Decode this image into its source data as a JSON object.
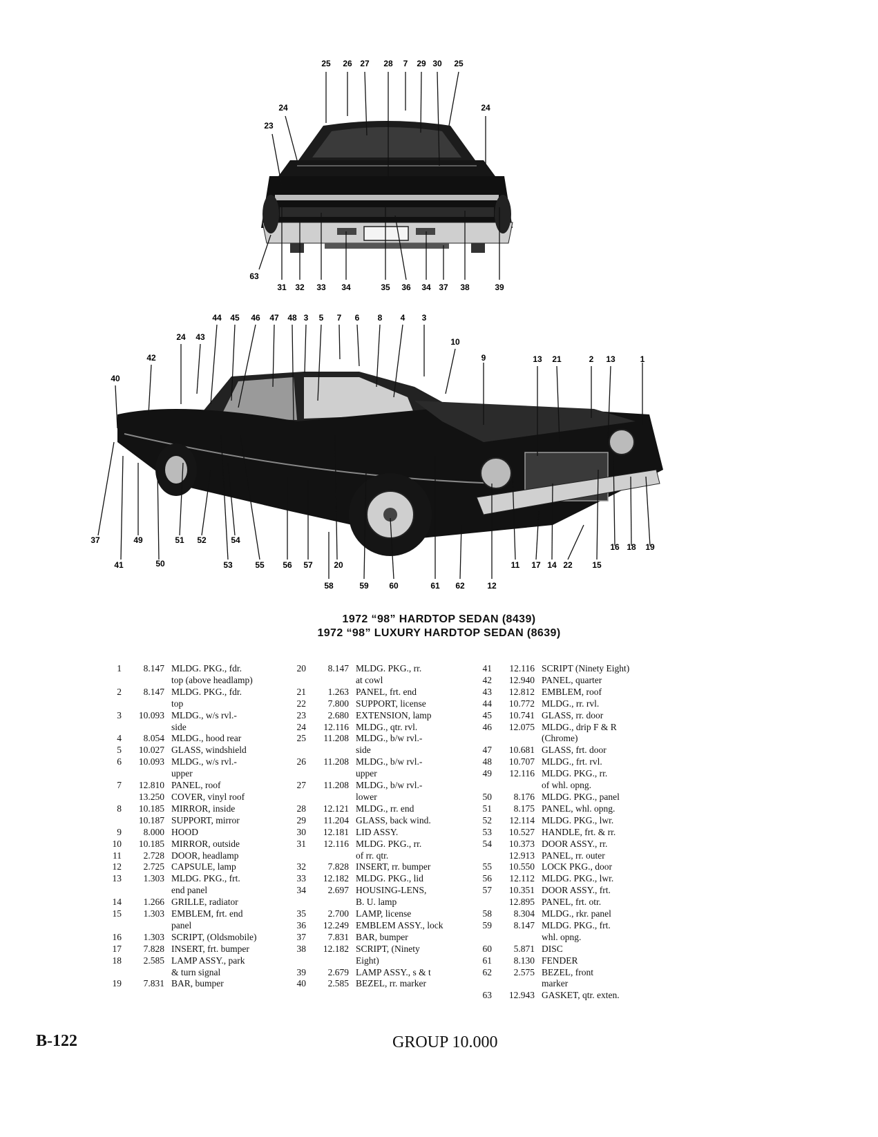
{
  "page_heading": {
    "line1": "1972 “98” HARDTOP SEDAN (8439)",
    "line2": "1972 “98” LUXURY HARDTOP SEDAN (8639)"
  },
  "rear_view_callouts": [
    "25",
    "26",
    "27",
    "28",
    "7",
    "29",
    "30",
    "25",
    "24",
    "24",
    "23",
    "63",
    "31",
    "32",
    "33",
    "34",
    "35",
    "36",
    "34",
    "37",
    "38",
    "39"
  ],
  "side_view_callouts": [
    "44",
    "45",
    "46",
    "47",
    "48",
    "3",
    "5",
    "7",
    "6",
    "8",
    "4",
    "3",
    "24",
    "43",
    "42",
    "40",
    "10",
    "9",
    "13",
    "21",
    "2",
    "13",
    "1",
    "37",
    "49",
    "51",
    "52",
    "54",
    "41",
    "50",
    "53",
    "55",
    "56",
    "57",
    "20",
    "58",
    "59",
    "60",
    "61",
    "62",
    "12",
    "11",
    "17",
    "14",
    "22",
    "15",
    "16",
    "18",
    "19"
  ],
  "parts": [
    [
      {
        "num": "1",
        "group": "8.147",
        "desc": [
          "MLDG. PKG., fdr.",
          "top (above headlamp)"
        ]
      },
      {
        "num": "2",
        "group": "8.147",
        "desc": [
          "MLDG. PKG., fdr.",
          "top"
        ]
      },
      {
        "num": "3",
        "group": "10.093",
        "desc": [
          "MLDG., w/s rvl.-",
          "side"
        ]
      },
      {
        "num": "4",
        "group": "8.054",
        "desc": [
          "MLDG., hood rear"
        ]
      },
      {
        "num": "5",
        "group": "10.027",
        "desc": [
          "GLASS, windshield"
        ]
      },
      {
        "num": "6",
        "group": "10.093",
        "desc": [
          "MLDG., w/s rvl.-",
          "upper"
        ]
      },
      {
        "num": "7",
        "group": "12.810",
        "desc": [
          "PANEL, roof"
        ]
      },
      {
        "num": "",
        "group": "13.250",
        "desc": [
          "COVER, vinyl roof"
        ]
      },
      {
        "num": "8",
        "group": "10.185",
        "desc": [
          "MIRROR, inside"
        ]
      },
      {
        "num": "",
        "group": "10.187",
        "desc": [
          "SUPPORT, mirror"
        ]
      },
      {
        "num": "9",
        "group": "8.000",
        "desc": [
          "HOOD"
        ]
      },
      {
        "num": "10",
        "group": "10.185",
        "desc": [
          "MIRROR, outside"
        ]
      },
      {
        "num": "11",
        "group": "2.728",
        "desc": [
          "DOOR, headlamp"
        ]
      },
      {
        "num": "12",
        "group": "2.725",
        "desc": [
          "CAPSULE, lamp"
        ]
      },
      {
        "num": "13",
        "group": "1.303",
        "desc": [
          "MLDG. PKG., frt.",
          "end panel"
        ]
      },
      {
        "num": "14",
        "group": "1.266",
        "desc": [
          "GRILLE, radiator"
        ]
      },
      {
        "num": "15",
        "group": "1.303",
        "desc": [
          "EMBLEM, frt. end",
          "panel"
        ]
      },
      {
        "num": "16",
        "group": "1.303",
        "desc": [
          "SCRIPT, (Oldsmobile)"
        ]
      },
      {
        "num": "17",
        "group": "7.828",
        "desc": [
          "INSERT, frt. bumper"
        ]
      },
      {
        "num": "18",
        "group": "2.585",
        "desc": [
          "LAMP ASSY., park",
          "& turn signal"
        ]
      },
      {
        "num": "19",
        "group": "7.831",
        "desc": [
          "BAR, bumper"
        ]
      }
    ],
    [
      {
        "num": "20",
        "group": "8.147",
        "desc": [
          "MLDG. PKG., rr.",
          "at cowl"
        ]
      },
      {
        "num": "21",
        "group": "1.263",
        "desc": [
          "PANEL, frt. end"
        ]
      },
      {
        "num": "22",
        "group": "7.800",
        "desc": [
          "SUPPORT, license"
        ]
      },
      {
        "num": "23",
        "group": "2.680",
        "desc": [
          "EXTENSION, lamp"
        ]
      },
      {
        "num": "24",
        "group": "12.116",
        "desc": [
          "MLDG., qtr. rvl."
        ]
      },
      {
        "num": "25",
        "group": "11.208",
        "desc": [
          "MLDG., b/w rvl.-",
          "side"
        ]
      },
      {
        "num": "26",
        "group": "11.208",
        "desc": [
          "MLDG., b/w rvl.-",
          "upper"
        ]
      },
      {
        "num": "27",
        "group": "11.208",
        "desc": [
          "MLDG., b/w rvl.-",
          "lower"
        ]
      },
      {
        "num": "28",
        "group": "12.121",
        "desc": [
          "MLDG., rr. end"
        ]
      },
      {
        "num": "29",
        "group": "11.204",
        "desc": [
          "GLASS, back wind."
        ]
      },
      {
        "num": "30",
        "group": "12.181",
        "desc": [
          "LID ASSY."
        ]
      },
      {
        "num": "31",
        "group": "12.116",
        "desc": [
          "MLDG. PKG., rr.",
          "of rr. qtr."
        ]
      },
      {
        "num": "32",
        "group": "7.828",
        "desc": [
          "INSERT, rr. bumper"
        ]
      },
      {
        "num": "33",
        "group": "12.182",
        "desc": [
          "MLDG. PKG., lid"
        ]
      },
      {
        "num": "34",
        "group": "2.697",
        "desc": [
          "HOUSING-LENS,",
          "B. U. lamp"
        ]
      },
      {
        "num": "35",
        "group": "2.700",
        "desc": [
          "LAMP, license"
        ]
      },
      {
        "num": "36",
        "group": "12.249",
        "desc": [
          "EMBLEM ASSY., lock"
        ]
      },
      {
        "num": "37",
        "group": "7.831",
        "desc": [
          "BAR, bumper"
        ]
      },
      {
        "num": "38",
        "group": "12.182",
        "desc": [
          "SCRIPT, (Ninety",
          "Eight)"
        ]
      },
      {
        "num": "39",
        "group": "2.679",
        "desc": [
          "LAMP ASSY., s & t"
        ]
      },
      {
        "num": "40",
        "group": "2.585",
        "desc": [
          "BEZEL, rr. marker"
        ]
      }
    ],
    [
      {
        "num": "41",
        "group": "12.116",
        "desc": [
          "SCRIPT (Ninety Eight)"
        ]
      },
      {
        "num": "42",
        "group": "12.940",
        "desc": [
          "PANEL, quarter"
        ]
      },
      {
        "num": "43",
        "group": "12.812",
        "desc": [
          "EMBLEM, roof"
        ]
      },
      {
        "num": "44",
        "group": "10.772",
        "desc": [
          "MLDG., rr. rvl."
        ]
      },
      {
        "num": "45",
        "group": "10.741",
        "desc": [
          "GLASS, rr. door"
        ]
      },
      {
        "num": "46",
        "group": "12.075",
        "desc": [
          "MLDG., drip F & R",
          "(Chrome)"
        ]
      },
      {
        "num": "47",
        "group": "10.681",
        "desc": [
          "GLASS, frt. door"
        ]
      },
      {
        "num": "48",
        "group": "10.707",
        "desc": [
          "MLDG., frt. rvl."
        ]
      },
      {
        "num": "49",
        "group": "12.116",
        "desc": [
          "MLDG. PKG., rr.",
          "of whl. opng."
        ]
      },
      {
        "num": "50",
        "group": "8.176",
        "desc": [
          "MLDG. PKG., panel"
        ]
      },
      {
        "num": "51",
        "group": "8.175",
        "desc": [
          "PANEL, whl. opng."
        ]
      },
      {
        "num": "52",
        "group": "12.114",
        "desc": [
          "MLDG. PKG., lwr."
        ]
      },
      {
        "num": "53",
        "group": "10.527",
        "desc": [
          "HANDLE, frt. & rr."
        ]
      },
      {
        "num": "54",
        "group": "10.373",
        "desc": [
          "DOOR ASSY., rr."
        ]
      },
      {
        "num": "",
        "group": "12.913",
        "desc": [
          "PANEL, rr. outer"
        ]
      },
      {
        "num": "55",
        "group": "10.550",
        "desc": [
          "LOCK PKG., door"
        ]
      },
      {
        "num": "56",
        "group": "12.112",
        "desc": [
          "MLDG. PKG., lwr."
        ]
      },
      {
        "num": "57",
        "group": "10.351",
        "desc": [
          "DOOR ASSY., frt."
        ]
      },
      {
        "num": "",
        "group": "12.895",
        "desc": [
          "PANEL, frt. otr."
        ]
      },
      {
        "num": "58",
        "group": "8.304",
        "desc": [
          "MLDG., rkr. panel"
        ]
      },
      {
        "num": "59",
        "group": "8.147",
        "desc": [
          "MLDG. PKG., frt.",
          "whl. opng."
        ]
      },
      {
        "num": "60",
        "group": "5.871",
        "desc": [
          "DISC"
        ]
      },
      {
        "num": "61",
        "group": "8.130",
        "desc": [
          "FENDER"
        ]
      },
      {
        "num": "62",
        "group": "2.575",
        "desc": [
          "BEZEL, front",
          "marker"
        ]
      },
      {
        "num": "63",
        "group": "12.943",
        "desc": [
          "GASKET, qtr. exten."
        ]
      }
    ]
  ],
  "footer": {
    "page_number": "B-122",
    "group_label": "GROUP 10.000"
  }
}
